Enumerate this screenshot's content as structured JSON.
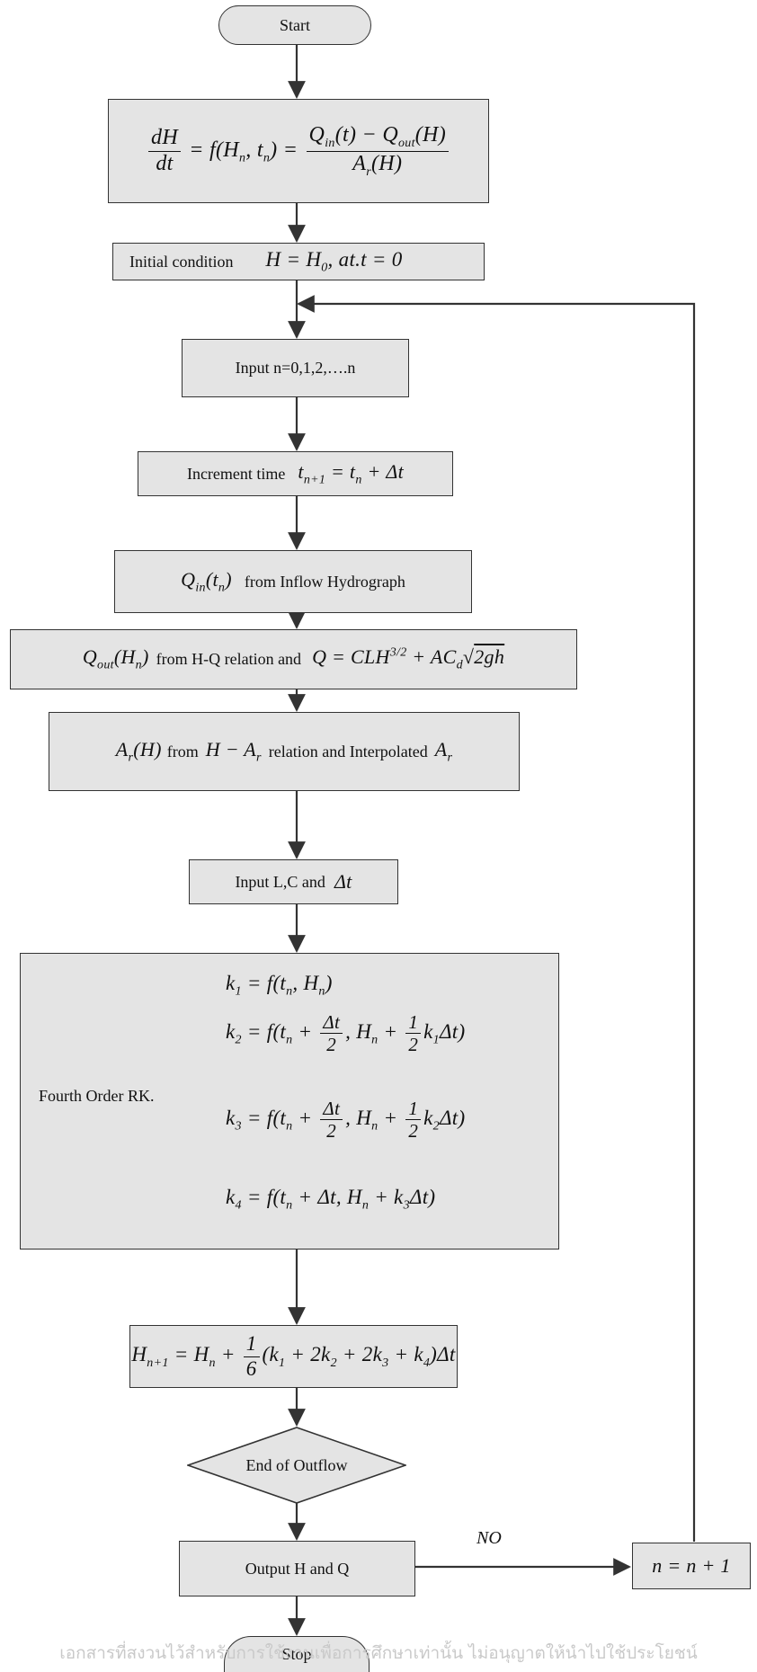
{
  "flow": {
    "start": "Start",
    "stop": "Stop",
    "initial_label": "Initial condition",
    "input_n": "Input n=0,1,2,….n",
    "increment_label": "Increment time",
    "inflow_label": "from Inflow Hydrograph",
    "qout_label_1": "from H-Q relation and",
    "ar_label_1": "from",
    "ar_label_2": "relation and Interpolated",
    "input_lc": "Input L,C and",
    "rk_label": "Fourth Order RK.",
    "decision": "End of Outflow",
    "output": "Output H and Q",
    "no_label": "NO"
  },
  "watermark": "เอกสารที่สงวนไว้สำหรับการใช้งานเพื่อการศึกษาเท่านั้น ไม่อนุญาตให้นำไปใช้ประโยชน์"
}
